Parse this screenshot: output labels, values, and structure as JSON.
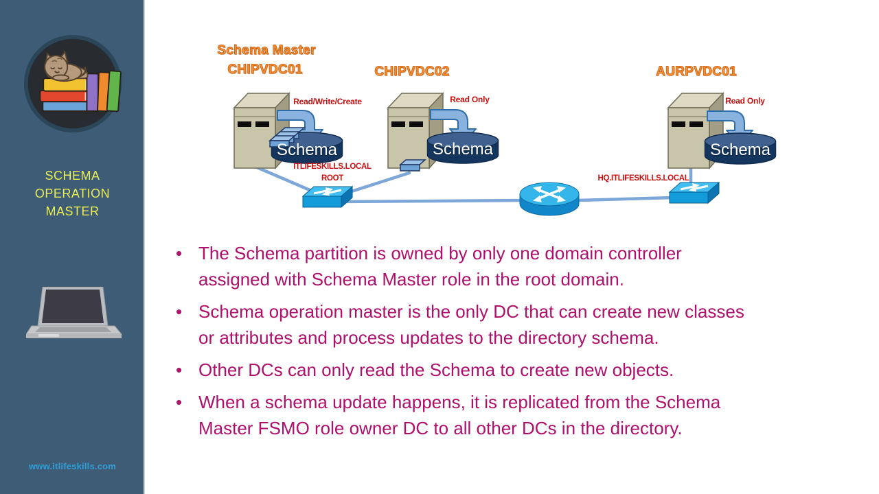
{
  "sidebar": {
    "title_lines": [
      "SCHEMA",
      "OPERATION",
      "MASTER"
    ],
    "website": "www.itlifeskills.com"
  },
  "diagram": {
    "servers": [
      {
        "role": "Schema Master",
        "name": "CHIPVDC01",
        "access": "Read/Write/Create",
        "db": "Schema"
      },
      {
        "name": "CHIPVDC02",
        "access": "Read Only",
        "db": "Schema"
      },
      {
        "name": "AURPVDC01",
        "access": "Read Only",
        "db": "Schema"
      }
    ],
    "domains": {
      "root_line1": "ITLIFESKILLS.LOCAL",
      "root_line2": "ROOT",
      "hq": "HQ.ITLIFESKILLS.LOCAL"
    }
  },
  "bullets": [
    {
      "lines": [
        "The Schema partition is owned by only one domain controller",
        "assigned with Schema Master role in the root domain."
      ]
    },
    {
      "lines": [
        "Schema operation master is the only DC that can create new classes",
        "or attributes and process updates to the directory schema."
      ]
    },
    {
      "lines": [
        "Other DCs can only read the Schema to create new objects."
      ]
    },
    {
      "lines": [
        "When a schema update happens, it is replicated from the Schema",
        "Master FSMO role owner DC to all other DCs in the directory."
      ]
    }
  ],
  "colors": {
    "sidebar_bg": "#3E5C76",
    "title_yellow": "#E9EE52",
    "bullet_magenta": "#AE106B",
    "label_orange": "#F79433",
    "label_red": "#C90F0F",
    "db_navy": "#14365E",
    "network_cyan": "#139BDA",
    "line_blue": "#7DA7D8"
  }
}
